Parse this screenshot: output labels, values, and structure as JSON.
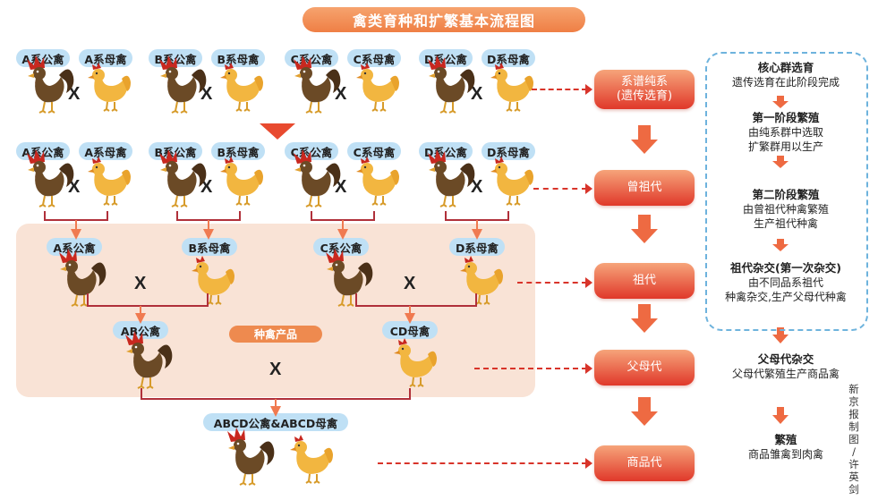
{
  "title": "禽类育种和扩繁基本流程图",
  "labels": {
    "a_rooster": "A系公禽",
    "a_hen": "A系母禽",
    "b_rooster": "B系公禽",
    "b_hen": "B系母禽",
    "c_rooster": "C系公禽",
    "c_hen": "C系母禽",
    "d_rooster": "D系公禽",
    "d_hen": "D系母禽",
    "ab_rooster": "AB公禽",
    "cd_hen": "CD母禽",
    "abcd": "ABCD公禽&ABCD母禽",
    "cross": "X",
    "breeding_product": "种禽产品"
  },
  "stages": [
    {
      "line1": "系谱纯系",
      "line2": "(遗传选育)"
    },
    {
      "line1": "曾祖代",
      "line2": ""
    },
    {
      "line1": "祖代",
      "line2": ""
    },
    {
      "line1": "父母代",
      "line2": ""
    },
    {
      "line1": "商品代",
      "line2": ""
    }
  ],
  "process": [
    {
      "title": "核心群选育",
      "desc1": "遗传选育在此阶段完成",
      "desc2": ""
    },
    {
      "title": "第一阶段繁殖",
      "desc1": "由纯系群中选取",
      "desc2": "扩繁群用以生产"
    },
    {
      "title": "第二阶段繁殖",
      "desc1": "由曾祖代种禽繁殖",
      "desc2": "生产祖代种禽"
    },
    {
      "title": "祖代杂交(第一次杂交)",
      "desc1": "由不同品系祖代",
      "desc2": "种禽杂交,生产父母代种禽"
    },
    {
      "title": "父母代杂交",
      "desc1": "父母代繁殖生产商品禽",
      "desc2": ""
    },
    {
      "title": "繁殖",
      "desc1": "商品雏禽到肉禽",
      "desc2": ""
    }
  ],
  "credit": "新京报制图/许英剑",
  "colors": {
    "title_bg": "#ef7f45",
    "label_bg": "#bfe0f5",
    "panel_bg": "#f9e3d6",
    "stage_red": "#e0382a",
    "arrow_orange": "#f07a50",
    "connector": "#b0303a",
    "rooster_brown": "#6b4a26",
    "hen_gold": "#f2b640",
    "dash_blue": "#6eb3dd"
  }
}
